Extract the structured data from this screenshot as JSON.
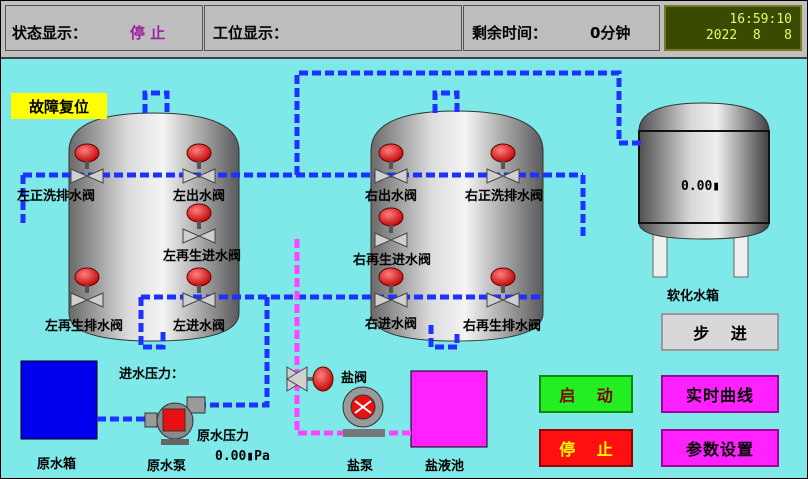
{
  "header": {
    "status_label": "状态显示：",
    "status_value": "停 止",
    "station_label": "工位显示：",
    "remaining_label": "剩余时间：",
    "remaining_value": "0分钟",
    "clock_time": "16:59:10",
    "clock_date": "2022  8   8"
  },
  "fault_reset": "故障复位",
  "valves": {
    "left_backwash_drain": "左正洗排水阀",
    "left_outlet": "左出水阀",
    "left_regen_inlet": "左再生进水阀",
    "left_regen_drain": "左再生排水阀",
    "left_inlet": "左进水阀",
    "right_outlet": "右出水阀",
    "right_backwash_drain": "右正洗排水阀",
    "right_regen_inlet": "右再生进水阀",
    "right_inlet": "右进水阀",
    "right_regen_drain": "右再生排水阀",
    "salt_valve": "盐阀"
  },
  "soft_tank": {
    "label": "软化水箱",
    "value": "0.00▮"
  },
  "inlet_pressure_label": "进水压力：",
  "raw_pressure_label": "原水压力",
  "raw_pressure_value": "0.00▮Pa",
  "raw_tank_label": "原水箱",
  "raw_pump_label": "原水泵",
  "salt_pump_label": "盐泵",
  "salt_pool_label": "盐液池",
  "buttons": {
    "step": "步 进",
    "start": "启 动",
    "stop": "停 止",
    "trend": "实时曲线",
    "params": "参数设置"
  },
  "colors": {
    "background": "#7fe8e8",
    "pipe": "#1e32ff",
    "brine_pipe": "#ff44ff",
    "valve_red": "#e81010",
    "start_green": "#22ee22",
    "stop_red": "#ff1010",
    "magenta": "#ff22ff"
  }
}
